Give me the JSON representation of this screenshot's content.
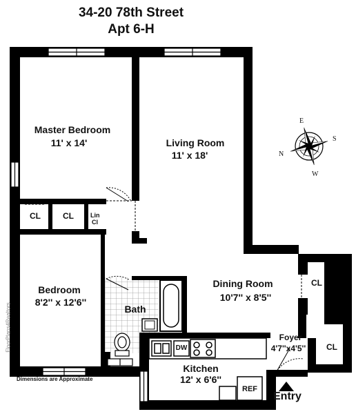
{
  "header": {
    "line1": "34-20 78th Street",
    "line2": "Apt 6-H"
  },
  "rooms": {
    "master_bedroom": {
      "name": "Master Bedroom",
      "dims": "11' x 14'"
    },
    "living_room": {
      "name": "Living Room",
      "dims": "11' x 18'"
    },
    "bedroom": {
      "name": "Bedroom",
      "dims": "8'2'' x 12'6''"
    },
    "dining_room": {
      "name": "Dining Room",
      "dims": "10'7'' x 8'5''"
    },
    "kitchen": {
      "name": "Kitchen",
      "dims": "12' x 6'6''"
    },
    "foyer": {
      "name": "Foyer",
      "dims": "4'7''x4'5''"
    },
    "bath": {
      "name": "Bath"
    }
  },
  "closets": {
    "cl1": "CL",
    "cl2": "CL",
    "lin_cl_line1": "Lin",
    "lin_cl_line2": "Cl",
    "cl_dining": "CL",
    "cl_foyer": "CL"
  },
  "fixtures": {
    "dishwasher": "DW",
    "refrigerator": "REF"
  },
  "entry": "Entry",
  "compass": {
    "e": "E",
    "s": "S",
    "w": "W",
    "n": "N"
  },
  "footer": {
    "disclaimer": "Dimensions are Approximate",
    "credit": "FloorPlans4Realtors"
  },
  "colors": {
    "wall": "#000000",
    "background": "#ffffff",
    "grid": "#888888"
  }
}
